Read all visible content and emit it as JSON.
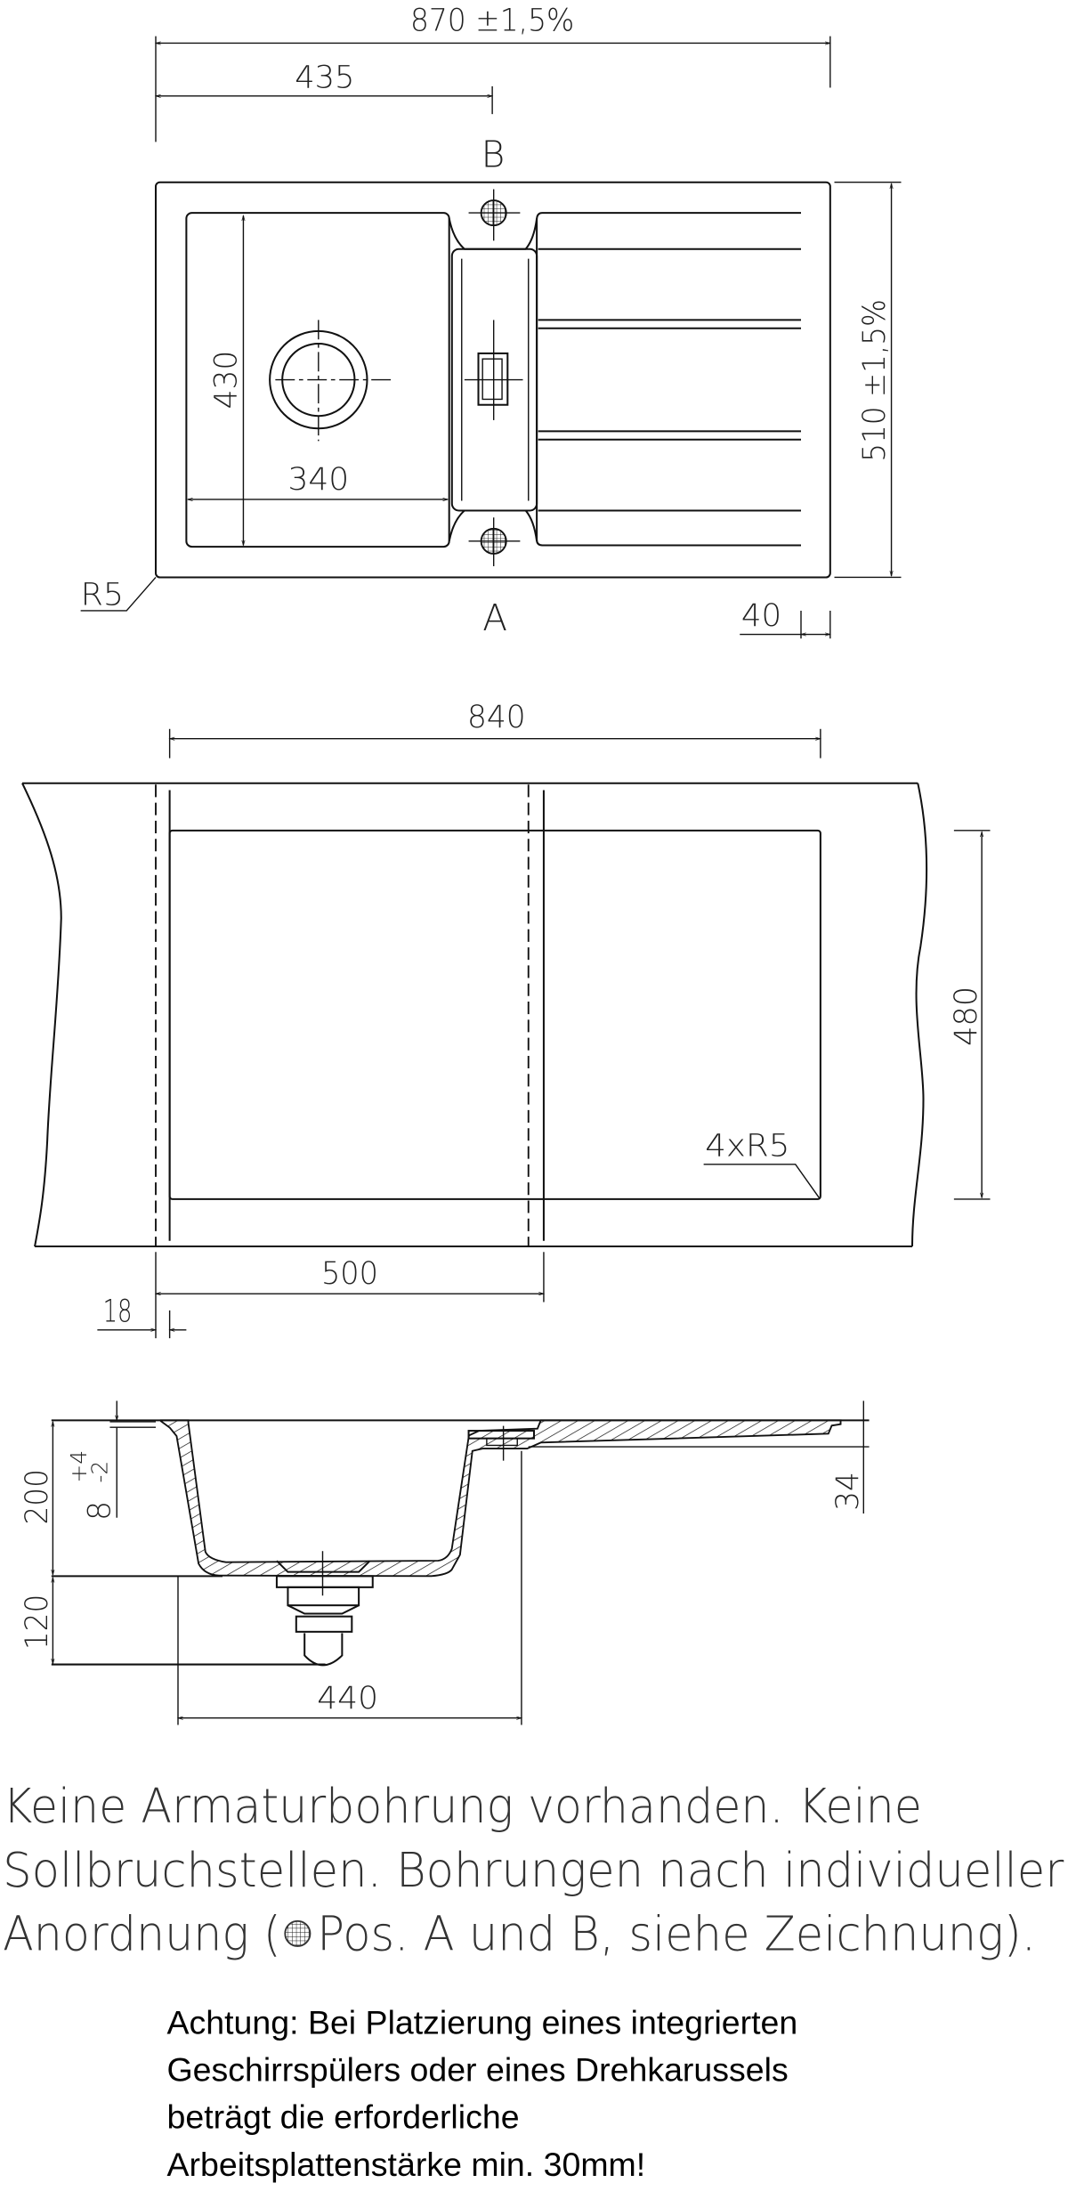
{
  "top_view": {
    "overall_width": "870 ±1,5%",
    "half_width": "435",
    "overall_depth": "510 ±1,5%",
    "bowl_depth": "430",
    "bowl_width": "340",
    "corner_radius": "R5",
    "drainer_edge": "40",
    "position_a": "A",
    "position_b": "B"
  },
  "cutout_view": {
    "width": "840",
    "depth": "480",
    "corner_radius": "4xR5",
    "cabinet_width": "500",
    "panel_thickness": "18"
  },
  "section_view": {
    "bowl_height": "200",
    "waste_height": "120",
    "rim_height": "8",
    "rim_tol_plus": "+4",
    "rim_tol_minus": "-2",
    "drainer_height": "34",
    "bowl_outer_width": "440"
  },
  "description": {
    "line1": "Keine Armaturbohrung vorhanden. Keine",
    "line2": "Sollbruchstellen. Bohrungen nach individueller",
    "line3_start": "Anordnung (",
    "line3_icon": "tap-hole-icon",
    "line3_end": "Pos. A und B, siehe Zeichnung)."
  },
  "warning": {
    "line1": "Achtung: Bei Platzierung eines integrierten",
    "line2": "Geschirrspülers oder eines Drehkarussels",
    "line3": "beträgt die erforderliche",
    "line4": "Arbeitsplattenstärke min. 30mm!"
  }
}
